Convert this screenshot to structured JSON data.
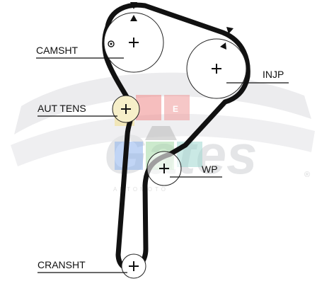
{
  "watermark": {
    "brand_text": "Gates",
    "registered_mark": "®",
    "stamp_letter_e": "E",
    "stamp_caption": "AUTOMOTO"
  },
  "labels": {
    "camshaft": "CAMSHT",
    "injection_pump": "INJP",
    "auto_tensioner": "AUT TENS",
    "water_pump": "WP",
    "crankshaft": "CRANSHT"
  },
  "colors": {
    "belt": "#111111",
    "pulley_outline": "#111111",
    "tensioner_fill": "#f6efc9",
    "watermark_swoosh": "#e8e9eb"
  }
}
